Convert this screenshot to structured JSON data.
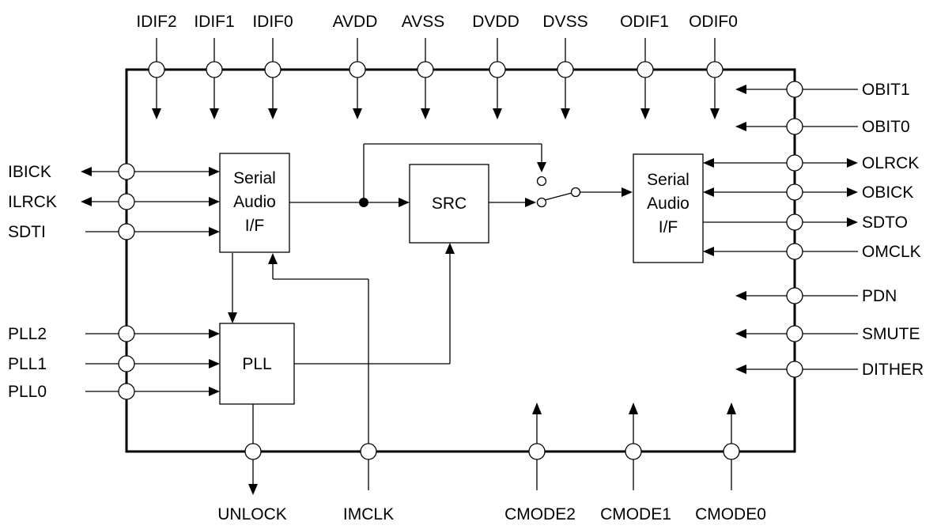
{
  "pins": {
    "top": [
      "IDIF2",
      "IDIF1",
      "IDIF0",
      "AVDD",
      "AVSS",
      "DVDD",
      "DVSS",
      "ODIF1",
      "ODIF0"
    ],
    "left": [
      "IBICK",
      "ILRCK",
      "SDTI",
      "PLL2",
      "PLL1",
      "PLL0"
    ],
    "right": [
      "OBIT1",
      "OBIT0",
      "OLRCK",
      "OBICK",
      "SDTO",
      "OMCLK",
      "PDN",
      "SMUTE",
      "DITHER"
    ],
    "bottom": [
      "UNLOCK",
      "IMCLK",
      "CMODE2",
      "CMODE1",
      "CMODE0"
    ]
  },
  "blocks": {
    "input_serial": [
      "Serial",
      "Audio",
      "I/F"
    ],
    "src": "SRC",
    "output_serial": [
      "Serial",
      "Audio",
      "I/F"
    ],
    "pll": "PLL"
  }
}
